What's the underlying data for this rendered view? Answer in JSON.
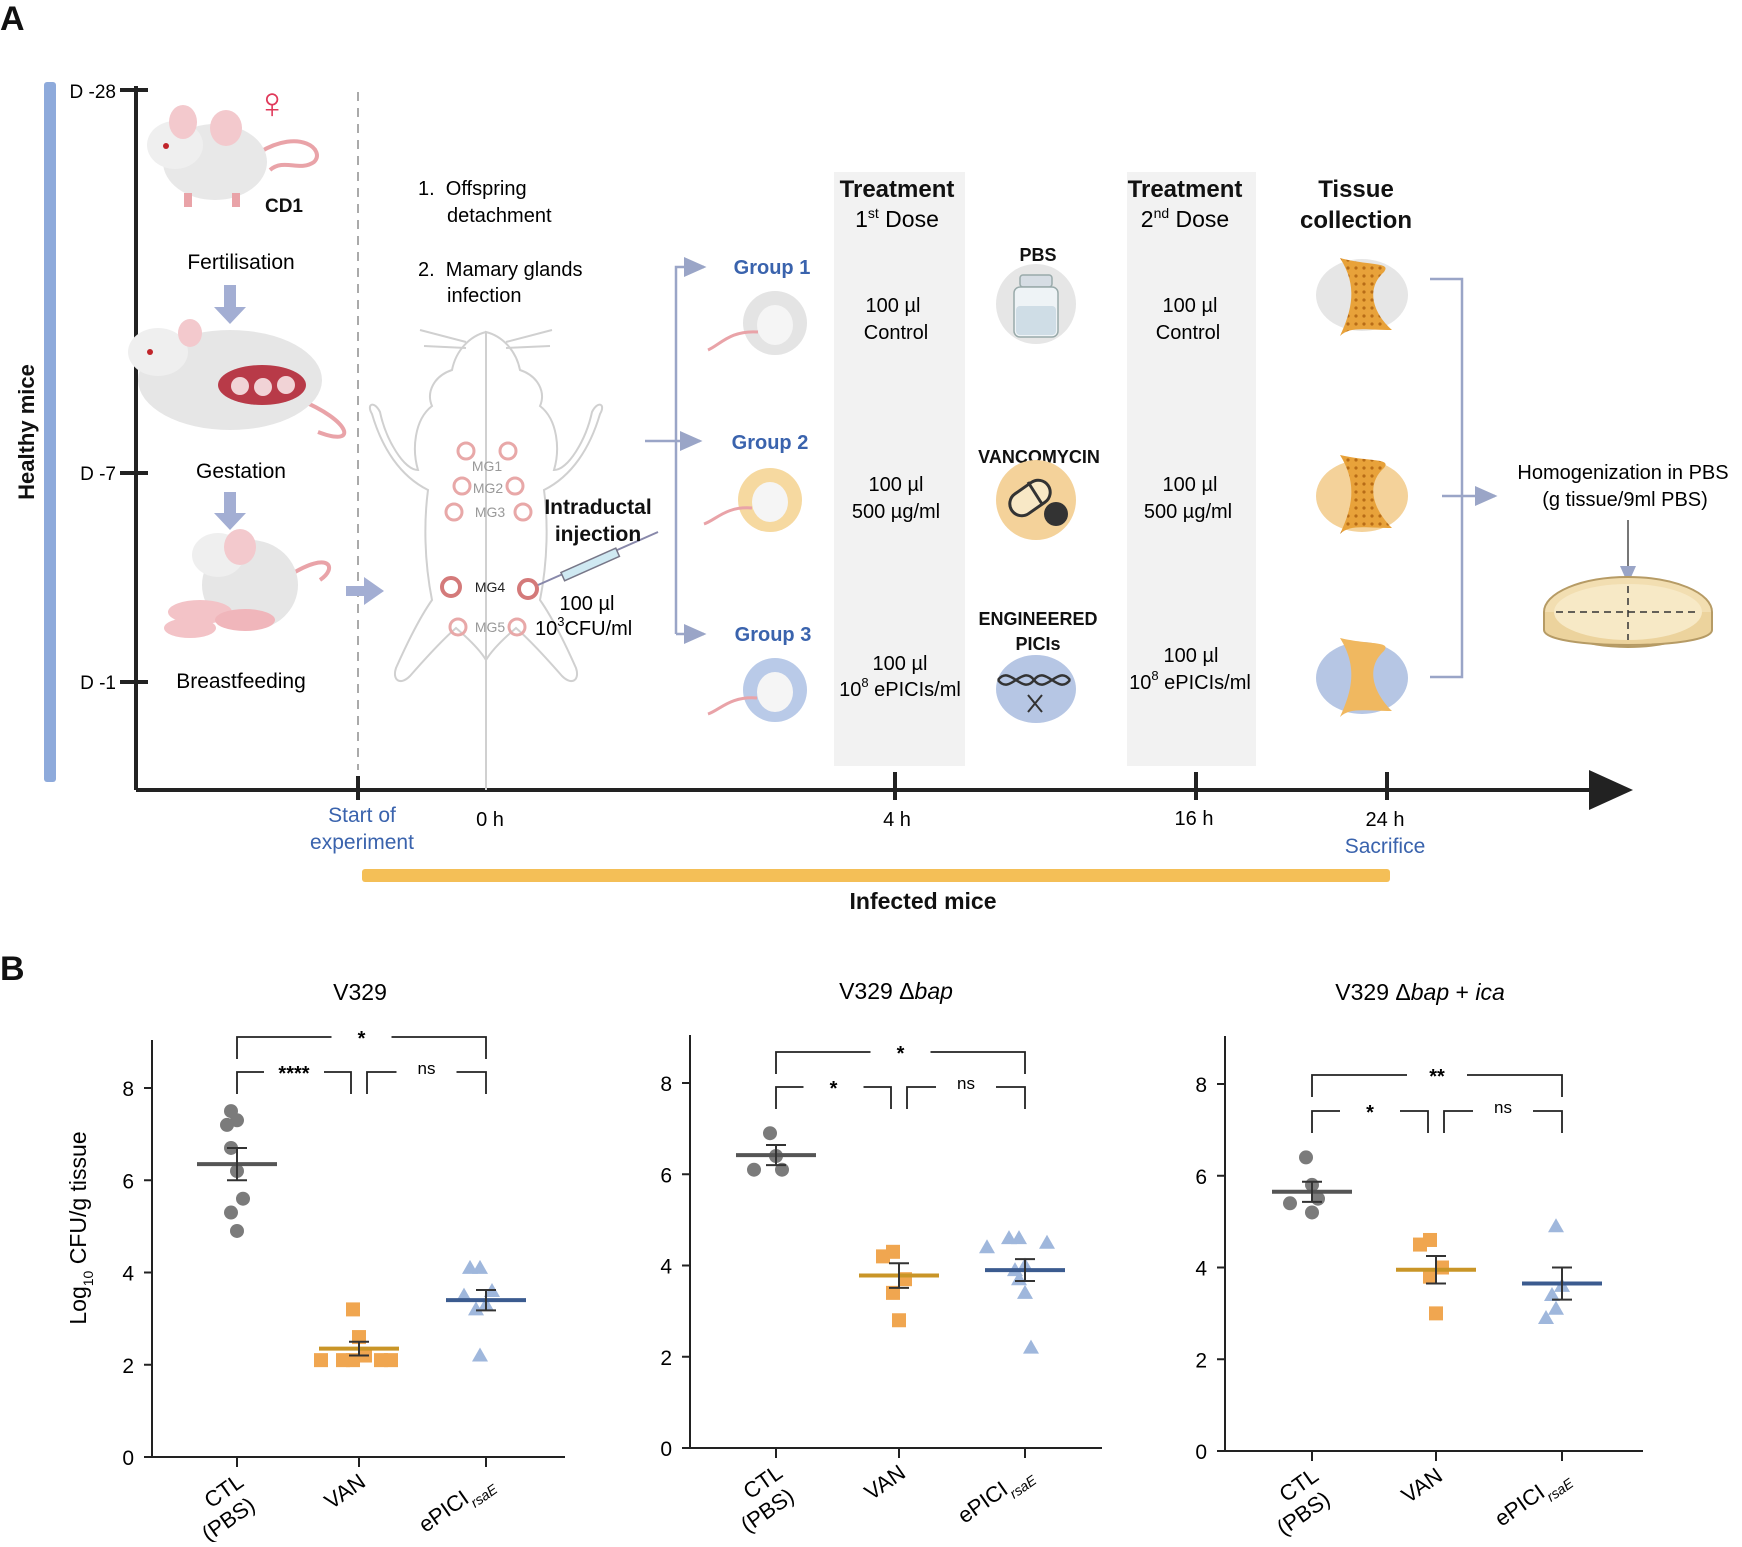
{
  "panel_a": {
    "label": "A",
    "healthy_label": "Healthy mice",
    "ticks": [
      "D -28",
      "D -7",
      "D -1"
    ],
    "mouse_strain": "CD1",
    "female_symbol": "♀",
    "stages": [
      "Fertilisation",
      "Gestation",
      "Breastfeeding"
    ],
    "steps": [
      "1.  Offspring",
      "detachment",
      "2.  Mamary glands",
      "infection"
    ],
    "glands": [
      "MG1",
      "MG2",
      "MG3",
      "MG4",
      "MG5"
    ],
    "injection_title": [
      "Intraductal",
      "injection"
    ],
    "injection_dose": [
      "100 µl",
      "10",
      "3",
      "CFU/ml"
    ],
    "groups": [
      "Group 1",
      "Group 2",
      "Group 3"
    ],
    "treatment_title": "Treatment",
    "dose1": [
      "1",
      "st",
      " Dose"
    ],
    "dose2": [
      "2",
      "nd",
      " Dose"
    ],
    "tissue_title": [
      "Tissue",
      "collection"
    ],
    "agents": [
      "PBS",
      "VANCOMYCIN",
      "ENGINEERED",
      "PICIs"
    ],
    "dose_rows": [
      [
        "100 µl",
        "Control"
      ],
      [
        "100 µl",
        "500 µg/ml"
      ],
      [
        "100 µl",
        "10",
        "8",
        " ePICIs/ml"
      ]
    ],
    "homogenization": [
      "Homogenization in PBS",
      "(g tissue/9ml PBS)"
    ],
    "time_labels": [
      "Start of",
      "experiment",
      "0 h",
      "4 h",
      "16 h",
      "24 h",
      "Sacrifice"
    ],
    "infected_label": "Infected mice",
    "colors": {
      "blue_bar": "#8eaadb",
      "orange_bar": "#f4bf57",
      "group_text": "#3a63ad",
      "gland": "#e8a8a8"
    }
  },
  "panel_b": {
    "label": "B",
    "ylabel_parts": [
      "Log",
      "10",
      " CFU/g tissue"
    ],
    "cat_labels": [
      [
        "CTL",
        "(PBS)"
      ],
      [
        "VAN"
      ],
      [
        "ePICI",
        "rsaE"
      ]
    ],
    "colors": {
      "ctl": "#7b7b7b",
      "ctl_line": "#555555",
      "van": "#f0a650",
      "van_line": "#c99527",
      "epici": "#9fb7dc",
      "epici_line": "#3b5b8f"
    }
  },
  "chart_data": [
    {
      "type": "scatter",
      "title": "V329",
      "title_parts": [
        "V329",
        ""
      ],
      "categories": [
        "CTL (PBS)",
        "VAN",
        "ePICI rsaE"
      ],
      "ylim": [
        0,
        9
      ],
      "yticks": [
        0,
        2,
        4,
        6,
        8
      ],
      "ylabel": "Log10 CFU/g tissue",
      "series": [
        {
          "values": [
            7.5,
            7.3,
            7.2,
            6.7,
            6.2,
            5.6,
            5.3,
            4.9
          ],
          "mean": 6.35,
          "sem": 0.35
        },
        {
          "values": [
            3.2,
            2.6,
            2.2,
            2.1,
            2.1,
            2.1,
            2.1,
            2.1
          ],
          "mean": 2.35,
          "sem": 0.15
        },
        {
          "values": [
            4.1,
            4.1,
            3.6,
            3.5,
            3.3,
            3.2,
            2.2
          ],
          "mean": 3.4,
          "sem": 0.22
        }
      ],
      "brackets": [
        {
          "from": 0,
          "to": 2,
          "label": "*"
        },
        {
          "from": 0,
          "to": 1,
          "label": "****"
        },
        {
          "from": 1,
          "to": 2,
          "label": "ns"
        }
      ]
    },
    {
      "type": "scatter",
      "title": "V329 Δbap",
      "title_parts": [
        "V329 Δ",
        "bap"
      ],
      "categories": [
        "CTL (PBS)",
        "VAN",
        "ePICI rsaE"
      ],
      "ylim": [
        0,
        9
      ],
      "yticks": [
        0,
        2,
        4,
        6,
        8
      ],
      "series": [
        {
          "values": [
            6.9,
            6.4,
            6.1,
            6.1
          ],
          "mean": 6.42,
          "sem": 0.22
        },
        {
          "values": [
            4.3,
            4.2,
            3.7,
            3.4,
            2.8
          ],
          "mean": 3.78,
          "sem": 0.27
        },
        {
          "values": [
            4.6,
            4.6,
            4.5,
            4.4,
            4.0,
            3.9,
            3.7,
            3.4,
            2.2
          ],
          "mean": 3.9,
          "sem": 0.24
        }
      ],
      "brackets": [
        {
          "from": 0,
          "to": 2,
          "label": "*"
        },
        {
          "from": 0,
          "to": 1,
          "label": "*"
        },
        {
          "from": 1,
          "to": 2,
          "label": "ns"
        }
      ]
    },
    {
      "type": "scatter",
      "title": "V329 Δbap + ica",
      "title_parts": [
        "V329 Δ",
        "bap",
        " + ",
        "ica"
      ],
      "categories": [
        "CTL (PBS)",
        "VAN",
        "ePICI rsaE"
      ],
      "ylim": [
        0,
        9
      ],
      "yticks": [
        0,
        2,
        4,
        6,
        8
      ],
      "series": [
        {
          "values": [
            6.4,
            5.8,
            5.5,
            5.4,
            5.2
          ],
          "mean": 5.65,
          "sem": 0.22
        },
        {
          "values": [
            4.6,
            4.5,
            4.0,
            3.8,
            3.0
          ],
          "mean": 3.95,
          "sem": 0.3
        },
        {
          "values": [
            4.9,
            3.6,
            3.4,
            3.1,
            2.9
          ],
          "mean": 3.65,
          "sem": 0.35
        }
      ],
      "brackets": [
        {
          "from": 0,
          "to": 2,
          "label": "**"
        },
        {
          "from": 0,
          "to": 1,
          "label": "*"
        },
        {
          "from": 1,
          "to": 2,
          "label": "ns"
        }
      ]
    }
  ]
}
